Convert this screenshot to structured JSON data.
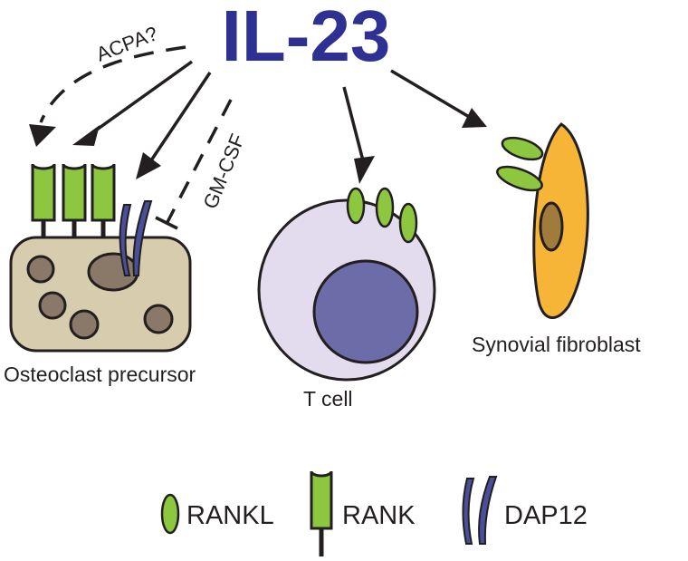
{
  "title": "IL-23",
  "labels": {
    "acpa": "ACPA?",
    "gmcsf": "GM-CSF",
    "osteoclast": "Osteoclast precursor",
    "tcell": "T cell",
    "fibroblast": "Synovial fibroblast"
  },
  "legend": {
    "rankl": "RANKL",
    "rank": "RANK",
    "dap12": "DAP12"
  },
  "colors": {
    "title": "#2e3192",
    "osteoclast_body": "#d8ccae",
    "nucleus_brown": "#8a7868",
    "tcell_body": "#e3dcee",
    "tcell_nucleus": "#6c6ca8",
    "fibroblast_body": "#f7b538",
    "fibroblast_nucleus": "#a07b3c",
    "green": "#8dc63f",
    "dap12": "#4a4f9a",
    "stroke": "#231f20"
  }
}
